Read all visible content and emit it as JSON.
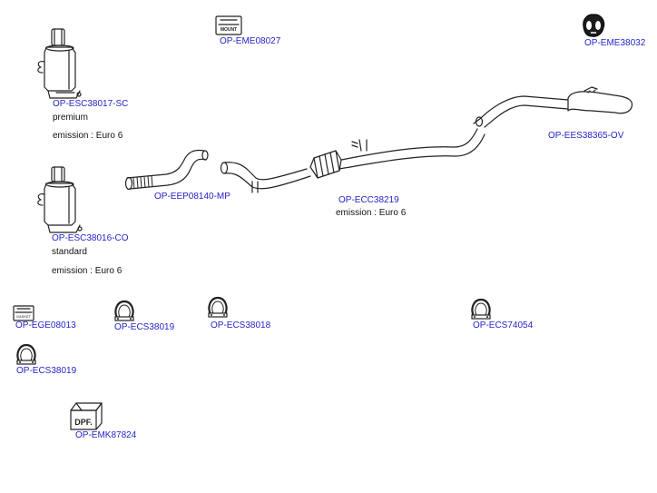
{
  "parts": {
    "filter_premium": {
      "code": "OP-ESC38017-SC",
      "variant": "premium",
      "emission": "emission : Euro 6"
    },
    "filter_standard": {
      "code": "OP-ESC38016-CO",
      "variant": "standard",
      "emission": "emission : Euro 6"
    },
    "mount_a": {
      "code": "OP-EME08027",
      "tag": "MOUNT"
    },
    "mount_b": {
      "code": "OP-EME38032"
    },
    "flex_pipe": {
      "code": "OP-EEP08140-MP"
    },
    "cat_converter": {
      "code": "OP-ECC38219",
      "emission": "emission : Euro 6"
    },
    "rear_silencer": {
      "code": "OP-EES38365-OV"
    },
    "gasket": {
      "code": "OP-EGE08013",
      "tag": "GASKET"
    },
    "clamp_1": {
      "code": "OP-ECS38019"
    },
    "clamp_2": {
      "code": "OP-ECS38018"
    },
    "clamp_3": {
      "code": "OP-ECS74054"
    },
    "clamp_4": {
      "code": "OP-ECS38019"
    },
    "mounting_kit": {
      "code": "OP-EMK87824",
      "tag": "DPF."
    }
  }
}
